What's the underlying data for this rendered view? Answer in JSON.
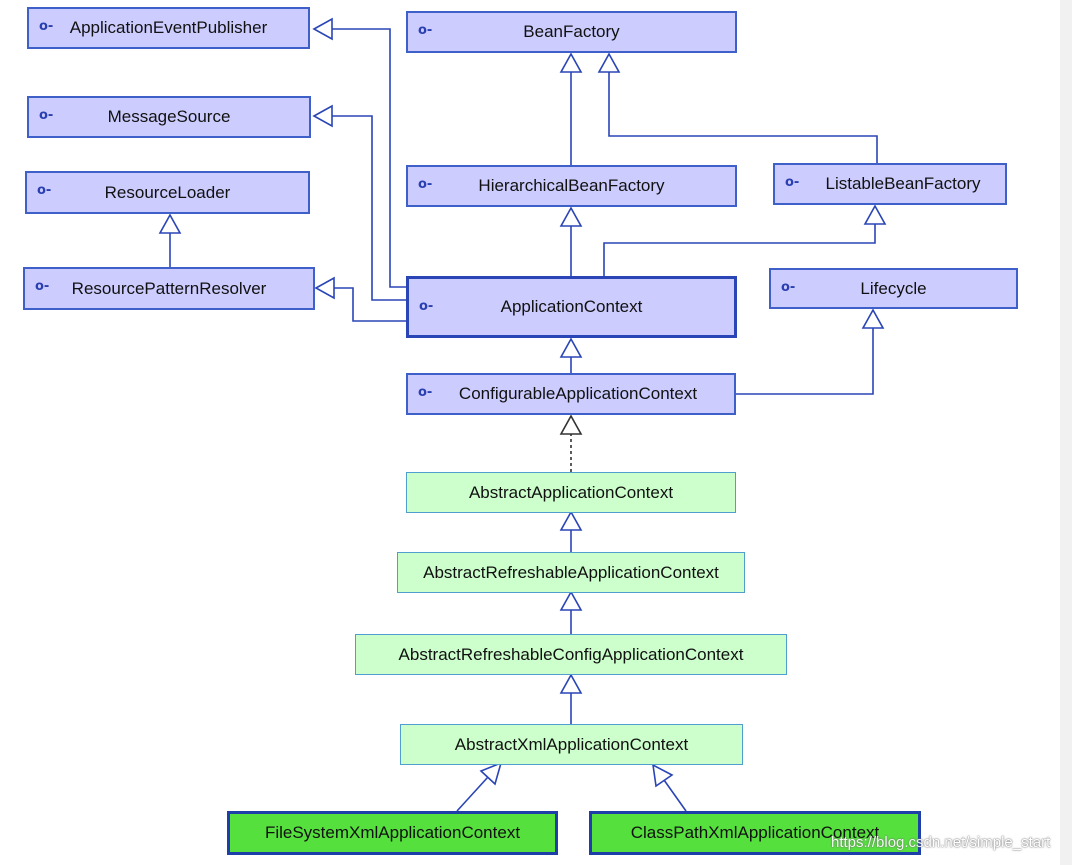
{
  "colors": {
    "interface_fill": "#ccccff",
    "interface_border": "#3f5fc9",
    "abstract_fill": "#ccffcc",
    "concrete_fill": "#55e03e",
    "edge": "#2a45b5"
  },
  "icons": {
    "interface": "interface-marker-icon"
  },
  "nodes": {
    "application_event_publisher": {
      "label": "ApplicationEventPublisher",
      "icon": "o-"
    },
    "message_source": {
      "label": "MessageSource",
      "icon": "o-"
    },
    "resource_loader": {
      "label": "ResourceLoader",
      "icon": "o-"
    },
    "resource_pattern_resolver": {
      "label": "ResourcePatternResolver",
      "icon": "o-"
    },
    "bean_factory": {
      "label": "BeanFactory",
      "icon": "o-"
    },
    "hierarchical_bean_factory": {
      "label": "HierarchicalBeanFactory",
      "icon": "o-"
    },
    "listable_bean_factory": {
      "label": "ListableBeanFactory",
      "icon": "o-"
    },
    "application_context": {
      "label": "ApplicationContext",
      "icon": "o-"
    },
    "lifecycle": {
      "label": "Lifecycle",
      "icon": "o-"
    },
    "configurable_application_context": {
      "label": "ConfigurableApplicationContext",
      "icon": "o-"
    },
    "abstract_application_context": {
      "label": "AbstractApplicationContext"
    },
    "abstract_refreshable_application_context": {
      "label": "AbstractRefreshableApplicationContext"
    },
    "abstract_refreshable_config_application_context": {
      "label": "AbstractRefreshableConfigApplicationContext"
    },
    "abstract_xml_application_context": {
      "label": "AbstractXmlApplicationContext"
    },
    "file_system_xml_application_context": {
      "label": "FileSystemXmlApplicationContext"
    },
    "class_path_xml_application_context": {
      "label": "ClassPathXmlApplicationContext"
    }
  },
  "watermark": "https://blog.csdn.net/simple_start"
}
